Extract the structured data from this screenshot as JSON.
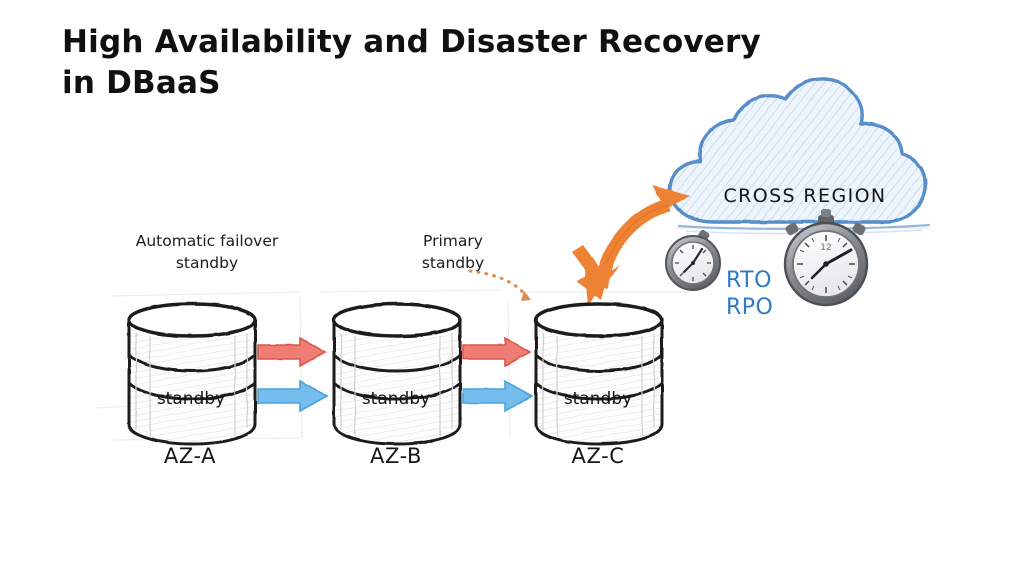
{
  "title": {
    "text": "High Availability and Disaster Recovery\nin DBaaS"
  },
  "annotations": {
    "automatic_failover": "Automatic failover\nstandby",
    "primary": "Primary\nstandby"
  },
  "zones": [
    {
      "name": "AZ-A",
      "db_label": "standby"
    },
    {
      "name": "AZ-B",
      "db_label": "standby"
    },
    {
      "name": "AZ-C",
      "db_label": "standby"
    }
  ],
  "cloud": {
    "label": "CROSS REGION"
  },
  "metrics": {
    "rto": "RTO",
    "rpo": "RPO"
  },
  "colors": {
    "replication_arrow_red": "#e0564e",
    "replication_arrow_blue": "#5fb3e8",
    "cross_region_arrow_orange": "#ed8235",
    "cloud_outline_blue": "#4d87c7",
    "cloud_fill_blue": "#eaf2fb",
    "metric_text_blue": "#2b7cc4",
    "sketch_ink": "#1f1f1f",
    "background": "#fefefe"
  }
}
